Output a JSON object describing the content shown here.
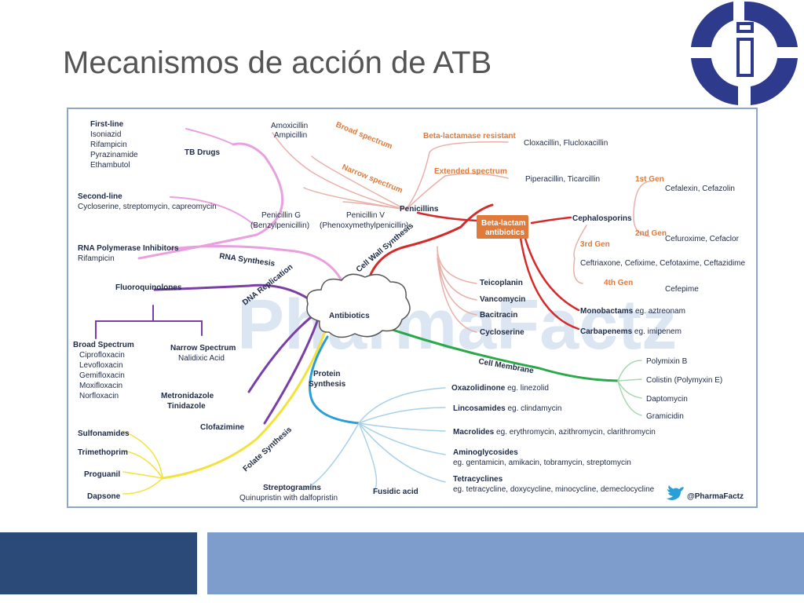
{
  "slide": {
    "title": "Mecanismos de acción de ATB"
  },
  "colors": {
    "title": "#555555",
    "footer_dark": "#2c4a77",
    "footer_light": "#7f9dcc",
    "logo": "#2e3a8c",
    "branch_pink": "#e9a0e0",
    "branch_purple": "#7a3fa6",
    "branch_red": "#d42a2a",
    "branch_green": "#2aa84a",
    "branch_blue": "#2a9ed6",
    "branch_yellow": "#f2e23a",
    "branch_light_red": "#e8b0a8",
    "branch_light_blue": "#a8d0e8",
    "watermark": "#dbe6f2"
  },
  "diagram": {
    "center": "Antibiotics",
    "watermark": "PharmaFactz",
    "credit": "@PharmaFactz",
    "credit_icon": "twitter-bird-icon",
    "tb": {
      "branch": "TB Drugs",
      "first_line": "First-line",
      "first_line_items": [
        "Isoniazid",
        "Rifampicin",
        "Pyrazinamide",
        "Ethambutol"
      ],
      "second_line": "Second-line",
      "second_line_items": "Cycloserine, streptomycin, capreomycin"
    },
    "rna": {
      "branch": "RNA Synthesis",
      "label": "RNA Polymerase Inhibitors",
      "item": "Rifampicin"
    },
    "dna": {
      "branch": "DNA Replication",
      "fluoroquinolones": "Fluoroquinolones",
      "broad": "Broad Spectrum",
      "broad_items": [
        "Ciprofloxacin",
        "Levofloxacin",
        "Gemifloxacin",
        "Moxifloxacin",
        "Norfloxacin"
      ],
      "narrow": "Narrow Spectrum",
      "narrow_item": "Nalidixic Acid",
      "metronidazole": "Metronidazole",
      "tinidazole": "Tinidazole",
      "clofazimine": "Clofazimine"
    },
    "folate": {
      "branch": "Folate Synthesis",
      "items": [
        "Sulfonamides",
        "Trimethoprim",
        "Proguanil",
        "Dapsone"
      ]
    },
    "cell_wall": {
      "branch": "Cell Wall Synthesis",
      "penicillins": "Penicillins",
      "broad_spectrum": "Broad spectrum",
      "broad_items": [
        "Amoxicillin",
        "Ampicillin"
      ],
      "narrow_spectrum": "Narrow spectrum",
      "pen_g": [
        "Penicillin G",
        "(Benzylpenicillin)"
      ],
      "pen_v": [
        "Penicillin V",
        "(Phenoxymethylpenicillin)"
      ],
      "beta_lactamase_resistant": "Beta-lactamase resistant",
      "blr_items": "Cloxacillin, Flucloxacillin",
      "extended_spectrum": "Extended spectrum",
      "ext_items": "Piperacillin, Ticarcillin",
      "beta_lactam": [
        "Beta-lactam",
        "antibiotics"
      ],
      "cephalosporins": "Cephalosporins",
      "gen1": "1st Gen",
      "gen1_items": "Cefalexin, Cefazolin",
      "gen2": "2nd Gen",
      "gen2_items": "Cefuroxime, Cefaclor",
      "gen3": "3rd Gen",
      "gen3_items": "Ceftriaxone, Cefixime, Cefotaxime, Ceftazidime",
      "gen4": "4th Gen",
      "gen4_items": "Cefepime",
      "monobactams": "Monobactams",
      "monobactams_eg": "eg. aztreonam",
      "carbapenems": "Carbapenems",
      "carbapenems_eg": "eg. imipenem",
      "others": [
        "Teicoplanin",
        "Vancomycin",
        "Bacitracin",
        "Cycloserine"
      ]
    },
    "membrane": {
      "branch": "Cell Membrane",
      "items": [
        "Polymixin B",
        "Colistin (Polymyxin E)",
        "Daptomycin",
        "Gramicidin"
      ]
    },
    "protein": {
      "branch": [
        "Protein",
        "Synthesis"
      ],
      "oxazolidinone": "Oxazolidinone",
      "oxazolidinone_eg": "eg. linezolid",
      "lincosamides": "Lincosamides",
      "lincosamides_eg": "eg. clindamycin",
      "macrolides": "Macrolides",
      "macrolides_eg": "eg. erythromycin, azithromycin, clarithromycin",
      "aminoglycosides": "Aminoglycosides",
      "aminoglycosides_eg": "eg. gentamicin, amikacin, tobramycin, streptomycin",
      "tetracyclines": "Tetracyclines",
      "tetracyclines_eg": "eg. tetracycline, doxycycline, minocycline, demeclocycline",
      "fusidic": "Fusidic acid",
      "streptogramins": "Streptogramins",
      "streptogramins_eg": "Quinupristin with dalfopristin"
    }
  }
}
